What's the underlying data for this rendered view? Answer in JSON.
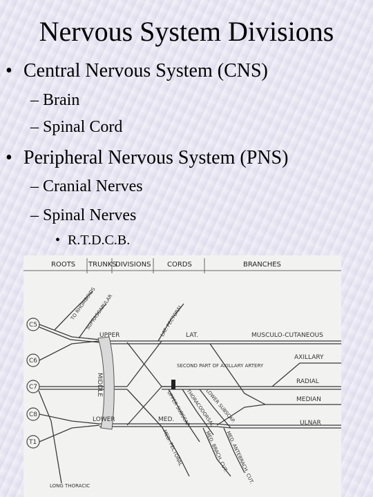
{
  "title": "Nervous System Divisions",
  "bullets": {
    "cns": {
      "bullet": "•",
      "text": "Central Nervous System (CNS)"
    },
    "brain": "– Brain",
    "spinal_cord": "– Spinal Cord",
    "pns": {
      "bullet": "•",
      "text": "Peripheral Nervous System (PNS)"
    },
    "cranial": "– Cranial Nerves",
    "spinal_nerves": "– Spinal Nerves",
    "rtdcb": {
      "bullet": "•",
      "text": "R.T.D.C.B."
    }
  },
  "diagram": {
    "headers": [
      "ROOTS",
      "TRUNKS",
      "DIVISIONS",
      "CORDS",
      "BRANCHES"
    ],
    "roots": [
      "C5",
      "C6",
      "C7",
      "C8",
      "T1"
    ],
    "trunks": [
      "UPPER",
      "MIDDLE",
      "LOWER"
    ],
    "cords": [
      "LAT.",
      "MED."
    ],
    "terminal_branches": [
      "MUSCULO-CUTANEOUS",
      "AXILLARY",
      "RADIAL",
      "MEDIAN",
      "ULNAR"
    ],
    "other_labels": {
      "to_rhomboids": "TO RHOMBOIDS",
      "suprascapular": "SUPRASCAPULAR",
      "lat_pectoral": "LAT. PECTORAL",
      "axillary_artery": "SECOND PART OF AXILLARY ARTERY",
      "upper_subscap": "UPPER SUBSCAP.",
      "thoracodorsal": "THORACODORSAL",
      "lower_subscap": "LOWER SUBSCAP.",
      "med_pectoral": "MED. PECTORAL",
      "med_brach_cut": "MED. BRACH. CUT.",
      "med_antebrach_cut": "MED. ANTEBRACH. CUT.",
      "long_thoracic": "LONG THORACIC"
    }
  }
}
